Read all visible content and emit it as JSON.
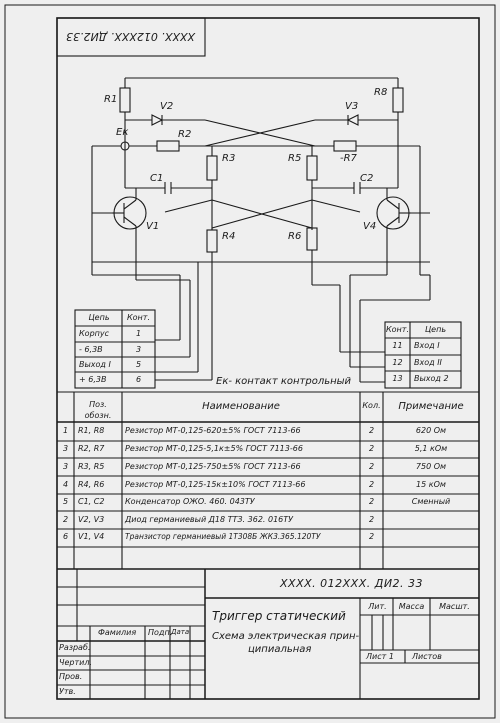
{
  "stamp_top": "ХХХХ. 012ХХХ. ДИ2.33",
  "components": {
    "R1": "R1",
    "R2": "R2",
    "R3": "R3",
    "R4": "R4",
    "R5": "R5",
    "R6": "R6",
    "R7": "-R7",
    "R8": "R8",
    "V1": "V1",
    "V2": "V2",
    "V3": "V3",
    "V4": "V4",
    "C1": "C1",
    "C2": "C2",
    "Ek": "Eк"
  },
  "left_connector": {
    "headers": [
      "Цепь",
      "Конт."
    ],
    "rows": [
      [
        "Корпус",
        "1"
      ],
      [
        "- 6,3B",
        "3"
      ],
      [
        "Выход I",
        "5"
      ],
      [
        "+ 6,3B",
        "6"
      ]
    ]
  },
  "right_connector": {
    "headers": [
      "Конт.",
      "Цепь"
    ],
    "rows": [
      [
        "11",
        "Вход I"
      ],
      [
        "12",
        "Вход II"
      ],
      [
        "13",
        "Выход 2"
      ]
    ]
  },
  "control_note": "Eк- контакт контрольный",
  "bom": {
    "headers": [
      "Поз. обозн.",
      "Наименование",
      "Кол.",
      "Примечание"
    ],
    "rows": [
      {
        "n": "1",
        "pos": "R1, R8",
        "name": "Резистор МТ-0,125-620±5% ГОСТ 7113-66",
        "qty": "2",
        "note": "620 Ом"
      },
      {
        "n": "3",
        "pos": "R2, R7",
        "name": "Резистор МТ-0,125-5,1к±5% ГОСТ 7113-66",
        "qty": "2",
        "note": "5,1 кОм"
      },
      {
        "n": "3",
        "pos": "R3, R5",
        "name": "Резистор МТ-0,125-750±5% ГОСТ 7113-66",
        "qty": "2",
        "note": "750 Ом"
      },
      {
        "n": "4",
        "pos": "R4, R6",
        "name": "Резистор МТ-0,125-15к±10% ГОСТ 7113-66",
        "qty": "2",
        "note": "15 кОм"
      },
      {
        "n": "5",
        "pos": "C1, C2",
        "name": "Конденсатор ОЖО. 460. 043ТУ",
        "qty": "2",
        "note": "Сменный"
      },
      {
        "n": "2",
        "pos": "V2, V3",
        "name": "Диод германиевый Д18 ТТЗ. 362. 016ТУ",
        "qty": "2",
        "note": ""
      },
      {
        "n": "6",
        "pos": "V1, V4",
        "name": "Транзистор германиевый 1Т308Б ЖК3.365.120ТУ",
        "qty": "2",
        "note": ""
      }
    ]
  },
  "title_block": {
    "code": "ХХХХ. 012ХХХ. ДИ2. 33",
    "title": "Триггер статический",
    "subtitle_line1": "Схема электрическая прин-",
    "subtitle_line2": "ципиальная",
    "col_familiya": "Фамилия",
    "col_podp": "Подп.",
    "col_data": "Дата",
    "row_razrab": "Разраб.",
    "row_chertil": "Чертил.",
    "row_prov": "Пров.",
    "row_utv": "Утв.",
    "lit": "Лит.",
    "massa": "Масса",
    "masshtab": "Масшт.",
    "list": "Лист 1",
    "listov": "Листов"
  }
}
